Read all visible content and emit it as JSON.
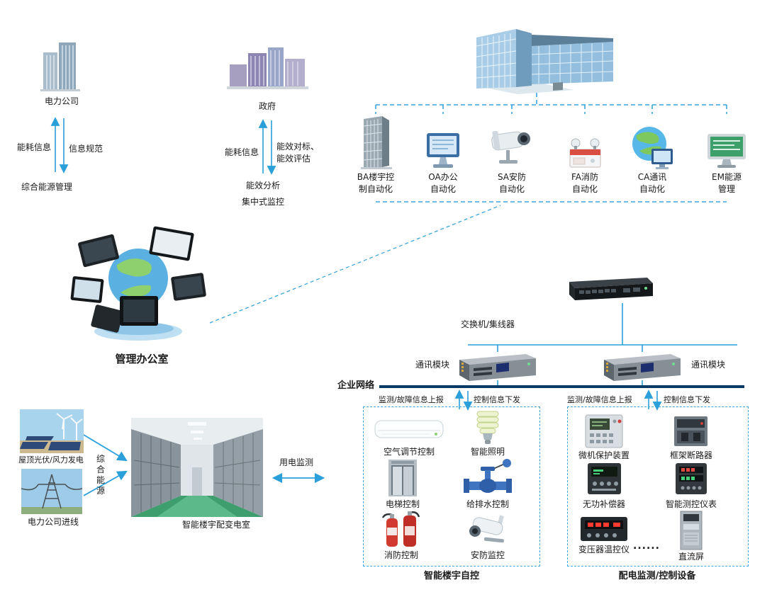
{
  "colors": {
    "arrow_blue": "#2b9fd9",
    "dashed_blue": "#3aa5dc",
    "bus_navy": "#0a3a66"
  },
  "power_company": {
    "label": "电力公司",
    "up": "能耗信息",
    "down": "信息规范",
    "bottom": "综合能源管理"
  },
  "government": {
    "label": "政府",
    "up": "能耗信息",
    "down1": "能效对标、",
    "down2": "能效评估",
    "bottom1": "能效分析",
    "bottom2": "集中式监控"
  },
  "subsystems": [
    {
      "line1": "BA楼宇控",
      "line2": "制自动化"
    },
    {
      "line1": "OA办公",
      "line2": "自动化"
    },
    {
      "line1": "SA安防",
      "line2": "自动化"
    },
    {
      "line1": "FA消防",
      "line2": "自动化"
    },
    {
      "line1": "CA通讯",
      "line2": "自动化"
    },
    {
      "line1": "EM能源",
      "line2": "管理"
    }
  ],
  "management_office": {
    "label": "管理办公室"
  },
  "network": {
    "switch": "交换机/集线器",
    "comm_left": "通讯模块",
    "comm_right": "通讯模块",
    "bus": "企业网络",
    "report": "监测/故障信息上报",
    "control": "控制信息下发"
  },
  "building_box": {
    "title": "智能楼宇自控",
    "items": [
      "空气调节控制",
      "智能照明",
      "电梯控制",
      "给排水控制",
      "消防控制",
      "安防监控"
    ]
  },
  "power_box": {
    "title": "配电监测/控制设备",
    "items": [
      "微机保护装置",
      "框架断路器",
      "无功补偿器",
      "智能测控仪表",
      "变压器温控仪",
      "直流屏"
    ],
    "ellipsis": "......"
  },
  "supply": {
    "pv": "屋顶光伏/风力发电",
    "grid": "电力公司进线",
    "energy": "综合能源",
    "room": "智能楼宇配变电室",
    "metering": "用电监测"
  }
}
